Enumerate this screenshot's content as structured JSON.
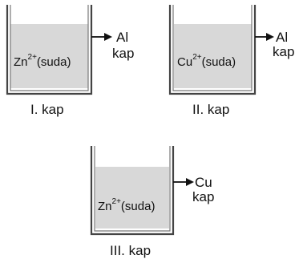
{
  "beakers": [
    {
      "caption": "I. kap",
      "ion": "Zn",
      "charge": "2+",
      "phase": "(suda)",
      "metal_line1": "Al",
      "metal_line2": "kap"
    },
    {
      "caption": "II. kap",
      "ion": "Cu",
      "charge": "2+",
      "phase": "(suda)",
      "metal_line1": "Al",
      "metal_line2": "kap"
    },
    {
      "caption": "III. kap",
      "ion": "Zn",
      "charge": "2+",
      "phase": "(suda)",
      "metal_line1": "Cu",
      "metal_line2": "kap"
    }
  ],
  "colors": {
    "solution": "#d8d8d8",
    "wall": "#444444"
  }
}
